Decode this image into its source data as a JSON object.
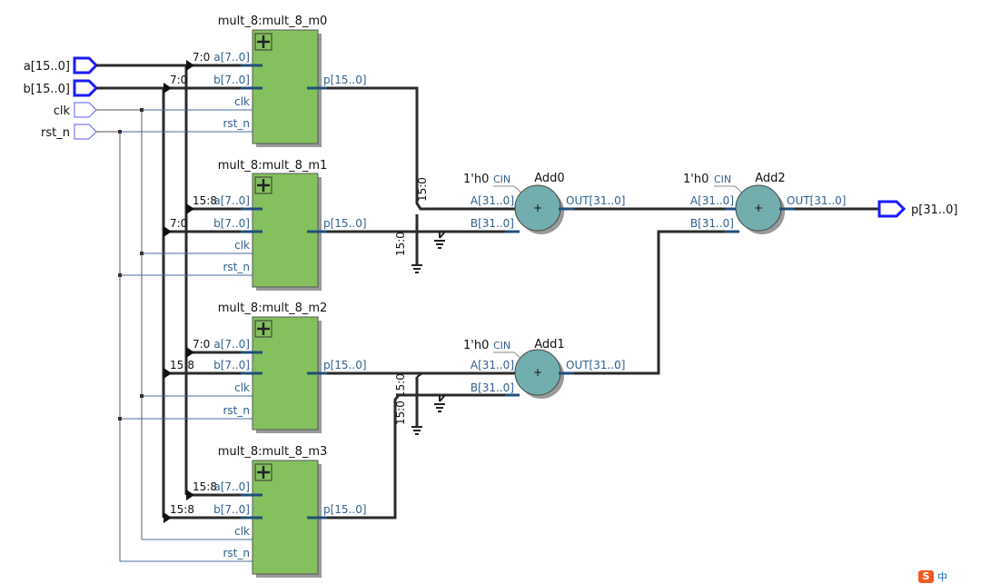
{
  "inputs": [
    {
      "name": "a[15..0]",
      "type": "bus"
    },
    {
      "name": "b[15..0]",
      "type": "bus"
    },
    {
      "name": "clk",
      "type": "wire"
    },
    {
      "name": "rst_n",
      "type": "wire"
    }
  ],
  "output": {
    "name": "p[31..0]"
  },
  "instances": [
    {
      "title": "mult_8:mult_8_m0",
      "a_slice": "7:0",
      "b_slice": "7:0",
      "ports": {
        "a": "a[7..0]",
        "b": "b[7..0]",
        "clk": "clk",
        "rst": "rst_n",
        "p": "p[15..0]"
      }
    },
    {
      "title": "mult_8:mult_8_m1",
      "a_slice": "15:8",
      "b_slice": "7:0",
      "ports": {
        "a": "a[7..0]",
        "b": "b[7..0]",
        "clk": "clk",
        "rst": "rst_n",
        "p": "p[15..0]"
      }
    },
    {
      "title": "mult_8:mult_8_m2",
      "a_slice": "7:0",
      "b_slice": "15:8",
      "ports": {
        "a": "a[7..0]",
        "b": "b[7..0]",
        "clk": "clk",
        "rst": "rst_n",
        "p": "p[15..0]"
      }
    },
    {
      "title": "mult_8:mult_8_m3",
      "a_slice": "15:8",
      "b_slice": "15:8",
      "ports": {
        "a": "a[7..0]",
        "b": "b[7..0]",
        "clk": "clk",
        "rst": "rst_n",
        "p": "p[15..0]"
      }
    }
  ],
  "adders": [
    {
      "name": "Add0",
      "cin_value": "1'h0",
      "cin": "CIN",
      "a": "A[31..0]",
      "b": "B[31..0]",
      "out": "OUT[31..0]",
      "symbol": "+"
    },
    {
      "name": "Add1",
      "cin_value": "1'h0",
      "cin": "CIN",
      "a": "A[31..0]",
      "b": "B[31..0]",
      "out": "OUT[31..0]",
      "symbol": "+"
    },
    {
      "name": "Add2",
      "cin_value": "1'h0",
      "cin": "CIN",
      "a": "A[31..0]",
      "b": "B[31..0]",
      "out": "OUT[31..0]",
      "symbol": "+"
    }
  ],
  "slices": {
    "add0_a": "15:0",
    "add0_b": "15:0",
    "add1_a": "15:0",
    "add1_b": "15:0"
  },
  "expand_symbol": "+",
  "ime": {
    "logo": "S",
    "mode": "中"
  }
}
